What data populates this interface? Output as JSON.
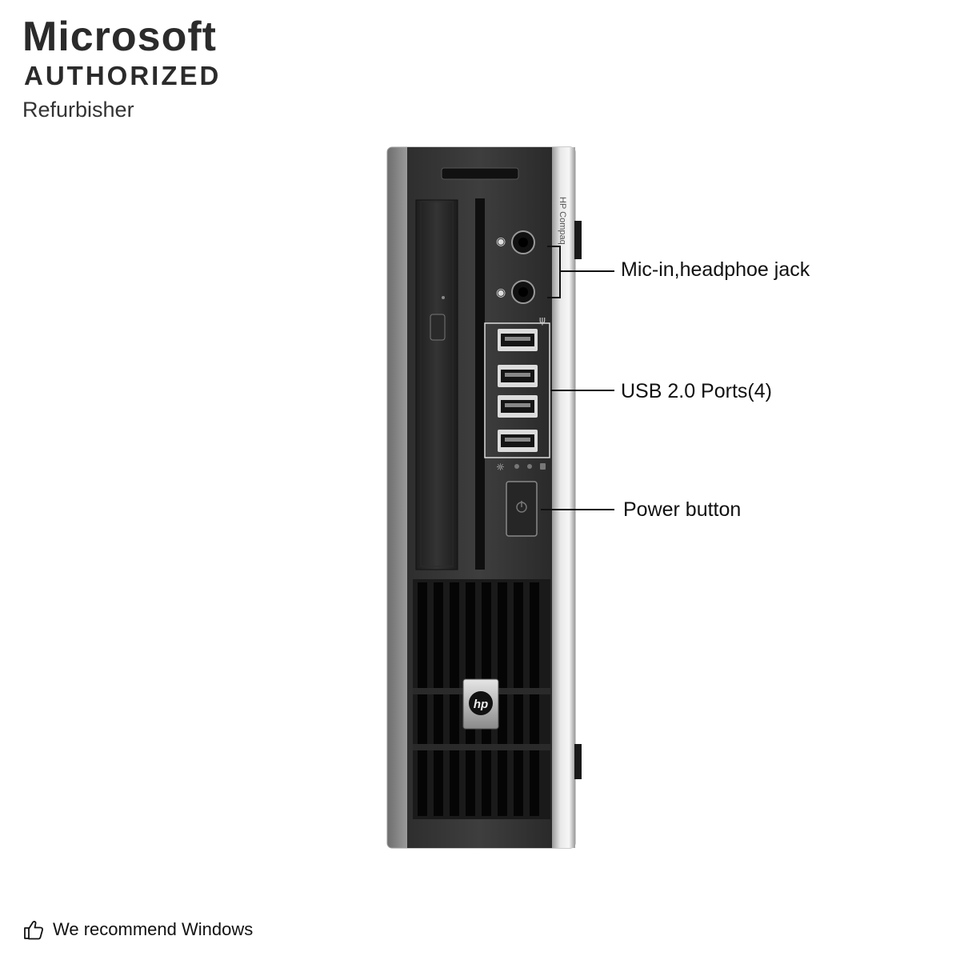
{
  "badge": {
    "brand": "Microsoft",
    "status": "AUTHORIZED",
    "role": "Refurbisher"
  },
  "product": {
    "side_text": "HP Compaq",
    "logo_text": "hp"
  },
  "callouts": {
    "audio": "Mic-in,headphoe jack",
    "usb": "USB 2.0 Ports(4)",
    "power": "Power button"
  },
  "footer": {
    "text": "We recommend Windows",
    "icon": "thumbs-up-icon"
  }
}
